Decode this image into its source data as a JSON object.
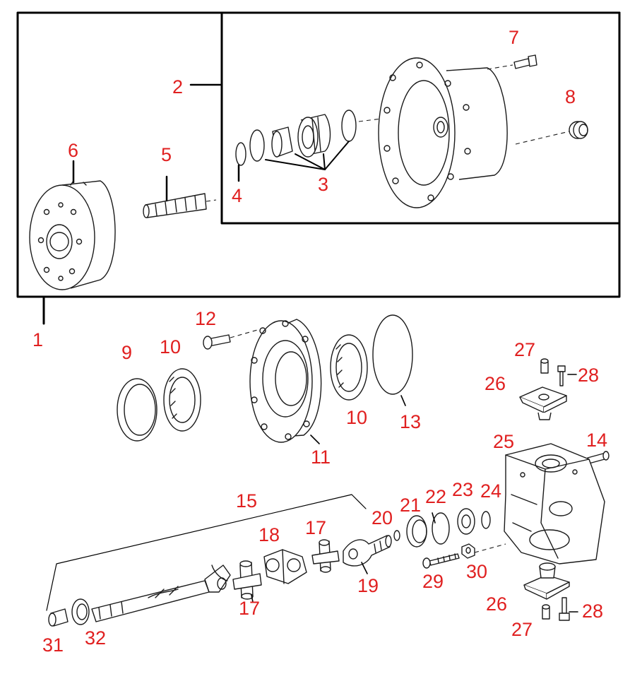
{
  "callouts": {
    "c1": "1",
    "c2": "2",
    "c3": "3",
    "c4": "4",
    "c5": "5",
    "c6": "6",
    "c7": "7",
    "c8": "8",
    "c9": "9",
    "c10a": "10",
    "c10b": "10",
    "c11": "11",
    "c12": "12",
    "c13": "13",
    "c14": "14",
    "c15": "15",
    "c17a": "17",
    "c17b": "17",
    "c18": "18",
    "c19": "19",
    "c20": "20",
    "c21": "21",
    "c22": "22",
    "c23": "23",
    "c24": "24",
    "c25": "25",
    "c26a": "26",
    "c26b": "26",
    "c27a": "27",
    "c27b": "27",
    "c28a": "28",
    "c28b": "28",
    "c29": "29",
    "c30": "30",
    "c31": "31",
    "c32": "32"
  },
  "colors": {
    "callout": "#e02020",
    "ink": "#1a1a1a",
    "frame": "#000000",
    "background": "#ffffff"
  }
}
